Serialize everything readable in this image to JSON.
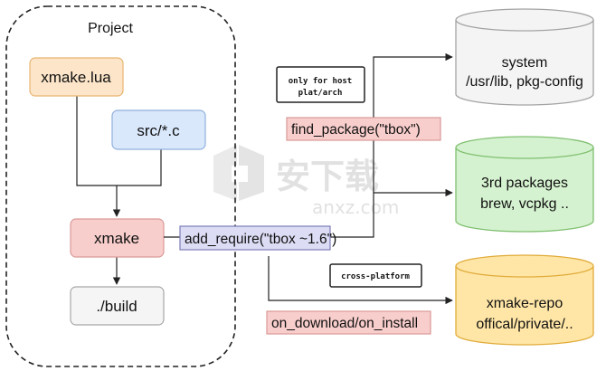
{
  "project": {
    "title": "Project"
  },
  "nodes": {
    "xmake_lua": "xmake.lua",
    "src_c": "src/*.c",
    "xmake": "xmake",
    "build": "./build"
  },
  "functions": {
    "add_require": "add_require(\"tbox ~1.6\")",
    "find_package": "find_package(\"tbox\")",
    "on_download": "on_download/on_install"
  },
  "notes": {
    "host_only_line1": "only for host",
    "host_only_line2": "plat/arch",
    "cross_platform": "cross-platform"
  },
  "sources": {
    "system_line1": "system",
    "system_line2": "/usr/lib, pkg-config",
    "third_line1": "3rd packages",
    "third_line2": "brew, vcpkg ..",
    "repo_line1": "xmake-repo",
    "repo_line2": "offical/private/.."
  },
  "watermark": {
    "text": "安下载",
    "subtext": "anxz.com"
  },
  "colors": {
    "yellow_fill": "#fce5c8",
    "yellow_stroke": "#e8b470",
    "blue_fill": "#dae8fc",
    "blue_stroke": "#8fb0dc",
    "red_fill": "#f8cecc",
    "red_stroke": "#d99a98",
    "grey_fill": "#f5f5f5",
    "grey_stroke": "#a8a8a8",
    "lavender_fill": "#dcdcf5",
    "lavender_stroke": "#7d7db8",
    "green_fill": "#d5f2d0",
    "green_stroke": "#7fbf6f",
    "orange_fill": "#ffe6a6",
    "orange_stroke": "#e0ab3a",
    "silver_fill": "#f4f4f4",
    "silver_stroke": "#a3a3a3"
  }
}
